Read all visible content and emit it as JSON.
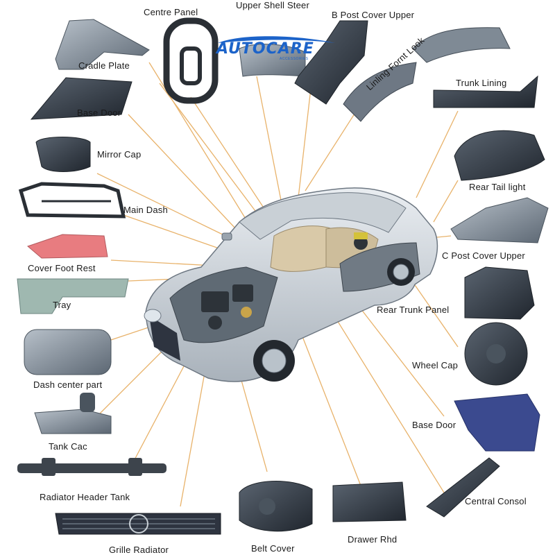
{
  "brand": {
    "logo_text": "AUTOCARE",
    "logo_sub": "ACCESSORIES",
    "logo_color": "#1c63c9"
  },
  "labels": {
    "centre_panel": "Centre Panel",
    "upper_shell_steer": "Upper Shell Steer",
    "b_post_cover_upper": "B Post Cover Upper",
    "cradle_plate": "Cradle Plate",
    "base_door_top": "Base Door",
    "linling_fornt_look": "Linling Fornt Look",
    "trunk_lining": "Trunk Lining",
    "mirror_cap": "Mirror Cap",
    "rear_tail_light": "Rear Tail light",
    "main_dash": "Main Dash",
    "c_post_cover_upper": "C Post Cover Upper",
    "cover_foot_rest": "Cover Foot Rest",
    "tray": "Tray",
    "rear_trunk_panel": "Rear Trunk Panel",
    "dash_center_part": "Dash center part",
    "wheel_cap": "Wheel Cap",
    "tank_cac": "Tank Cac",
    "base_door_bottom": "Base Door",
    "radiator_header_tank": "Radiator Header Tank",
    "central_consol": "Central Consol",
    "grille_radiator": "Grille Radiator",
    "belt_cover": "Belt Cover",
    "drawer_rhd": "Drawer Rhd"
  },
  "colors": {
    "leader_line": "#e8b26a",
    "part_dark": "#2e3440",
    "part_grey": "#8d99a6",
    "cover_foot_rest": "#e87c80",
    "tray": "#9fb8b0",
    "base_door_bottom": "#3b4a8f"
  }
}
